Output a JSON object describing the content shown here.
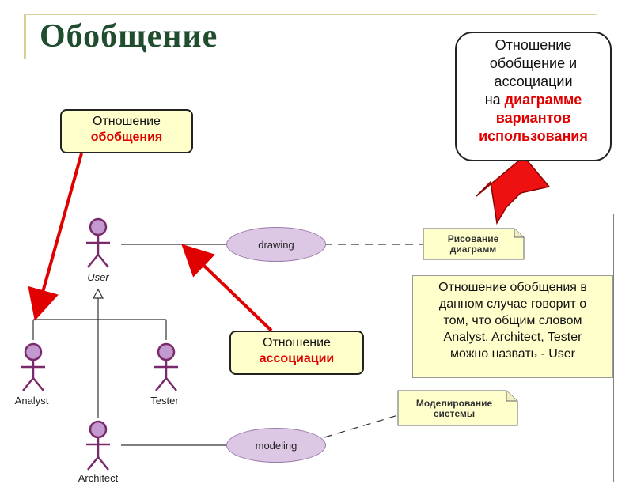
{
  "title": "Обобщение",
  "callouts": {
    "generalization": {
      "line1": "Отношение",
      "highlight": "обобщения"
    },
    "association": {
      "line1": "Отношение",
      "highlight": "ассоциации"
    },
    "diagram": {
      "line1": "Отношение",
      "line2": "обобщение и",
      "line3": "ассоциации",
      "line4_prefix": "на ",
      "line4_highlight": "диаграмме",
      "line5_highlight": "вариантов",
      "line6_highlight": "использования"
    },
    "explanation": {
      "line1": "Отношение обобщения в",
      "line2": "данном случае говорит о",
      "line3": "том, что общим словом",
      "line4": "Analyst, Architect, Tester",
      "line5": "можно назвать - User"
    }
  },
  "actors": {
    "user": "User",
    "analyst": "Analyst",
    "tester": "Tester",
    "architect": "Architect"
  },
  "usecases": {
    "drawing": "drawing",
    "modeling": "modeling"
  },
  "notes": {
    "drawing_note": {
      "line1": "Рисование",
      "line2": "диаграмм"
    },
    "modeling_note": {
      "line1": "Моделирование",
      "line2": "системы"
    }
  },
  "colors": {
    "arrow_red": "#e00000",
    "title_green": "#1f4d2e",
    "actor_fill": "#c39ad0",
    "actor_stroke": "#7a2a6a",
    "usecase_fill": "#dcc8e4",
    "note_fill": "#ffffcc"
  }
}
